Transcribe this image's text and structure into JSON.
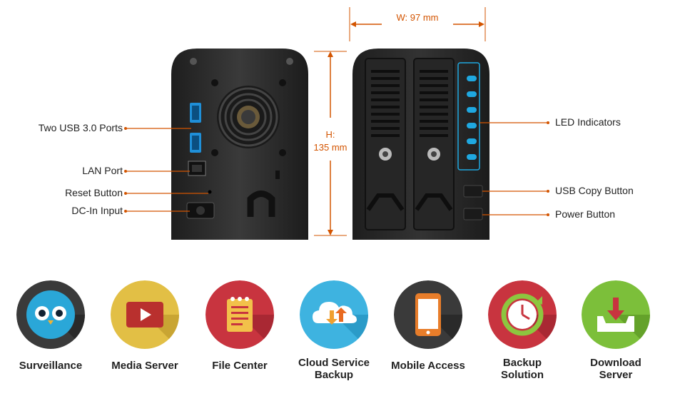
{
  "dimensions": {
    "width": "W: 97 mm",
    "height_label": "H:",
    "height_value": "135 mm"
  },
  "rear_labels": {
    "usb": "Two USB 3.0 Ports",
    "lan": "LAN Port",
    "reset": "Reset Button",
    "dcin": "DC-In Input"
  },
  "front_labels": {
    "led": "LED Indicators",
    "usb_copy": "USB Copy Button",
    "power": "Power Button"
  },
  "features": [
    {
      "line1": "Surveillance",
      "line2": "",
      "icon": "owl-icon",
      "color": "#2aa7d8"
    },
    {
      "line1": "Media Server",
      "line2": "",
      "icon": "video-icon",
      "color": "#d9b640"
    },
    {
      "line1": "File Center",
      "line2": "",
      "icon": "notepad-icon",
      "color": "#cc3344"
    },
    {
      "line1": "Cloud Service",
      "line2": "Backup",
      "icon": "cloud-sync-icon",
      "color": "#3eb3e0"
    },
    {
      "line1": "Mobile Access",
      "line2": "",
      "icon": "smartphone-icon",
      "color": "#e87d2a"
    },
    {
      "line1": "Backup",
      "line2": "Solution",
      "icon": "clock-arrow-icon",
      "color": "#cc3344"
    },
    {
      "line1": "Download",
      "line2": "Server",
      "icon": "download-tray-icon",
      "color": "#7cbf3a"
    }
  ],
  "colors": {
    "accent": "#d35400",
    "device": "#2b2b2b",
    "led_blue": "#1fa8e0"
  }
}
